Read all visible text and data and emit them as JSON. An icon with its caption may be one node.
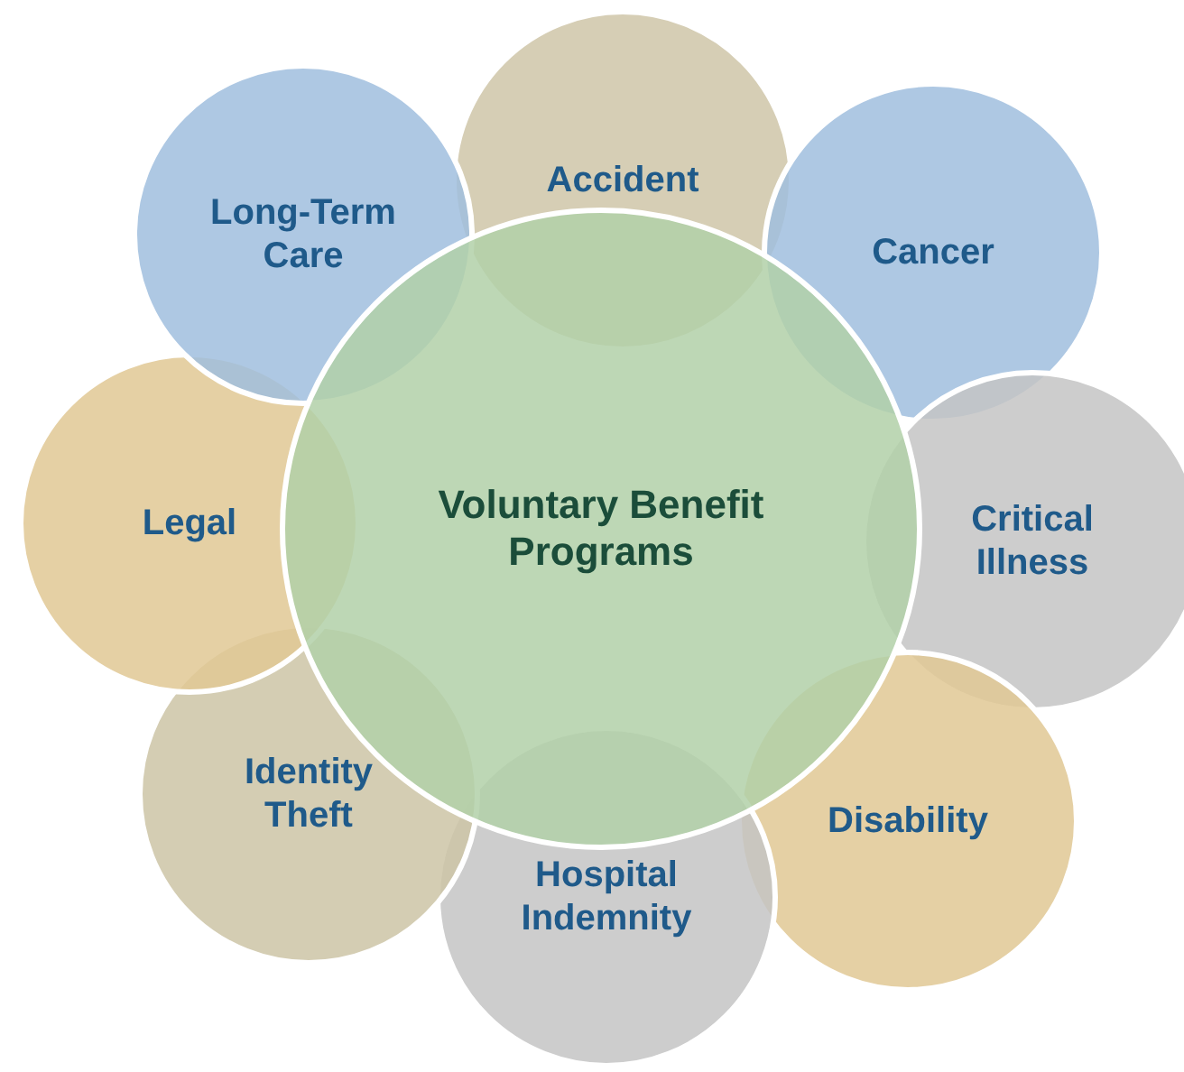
{
  "diagram": {
    "nodes": [
      {
        "text": [
          "Voluntary Benefit Programs"
        ]
      },
      {
        "text": [
          "Accident"
        ]
      },
      {
        "text": [
          "Cancer"
        ]
      },
      {
        "text": [
          "Critical Illness"
        ]
      },
      {
        "text": [
          "Disability"
        ]
      },
      {
        "text": [
          "Hospital Indemnity"
        ]
      },
      {
        "text": [
          "Identity Theft"
        ]
      },
      {
        "text": [
          "Legal"
        ]
      },
      {
        "text": [
          "Long-Term Care"
        ]
      }
    ],
    "edges": []
  }
}
